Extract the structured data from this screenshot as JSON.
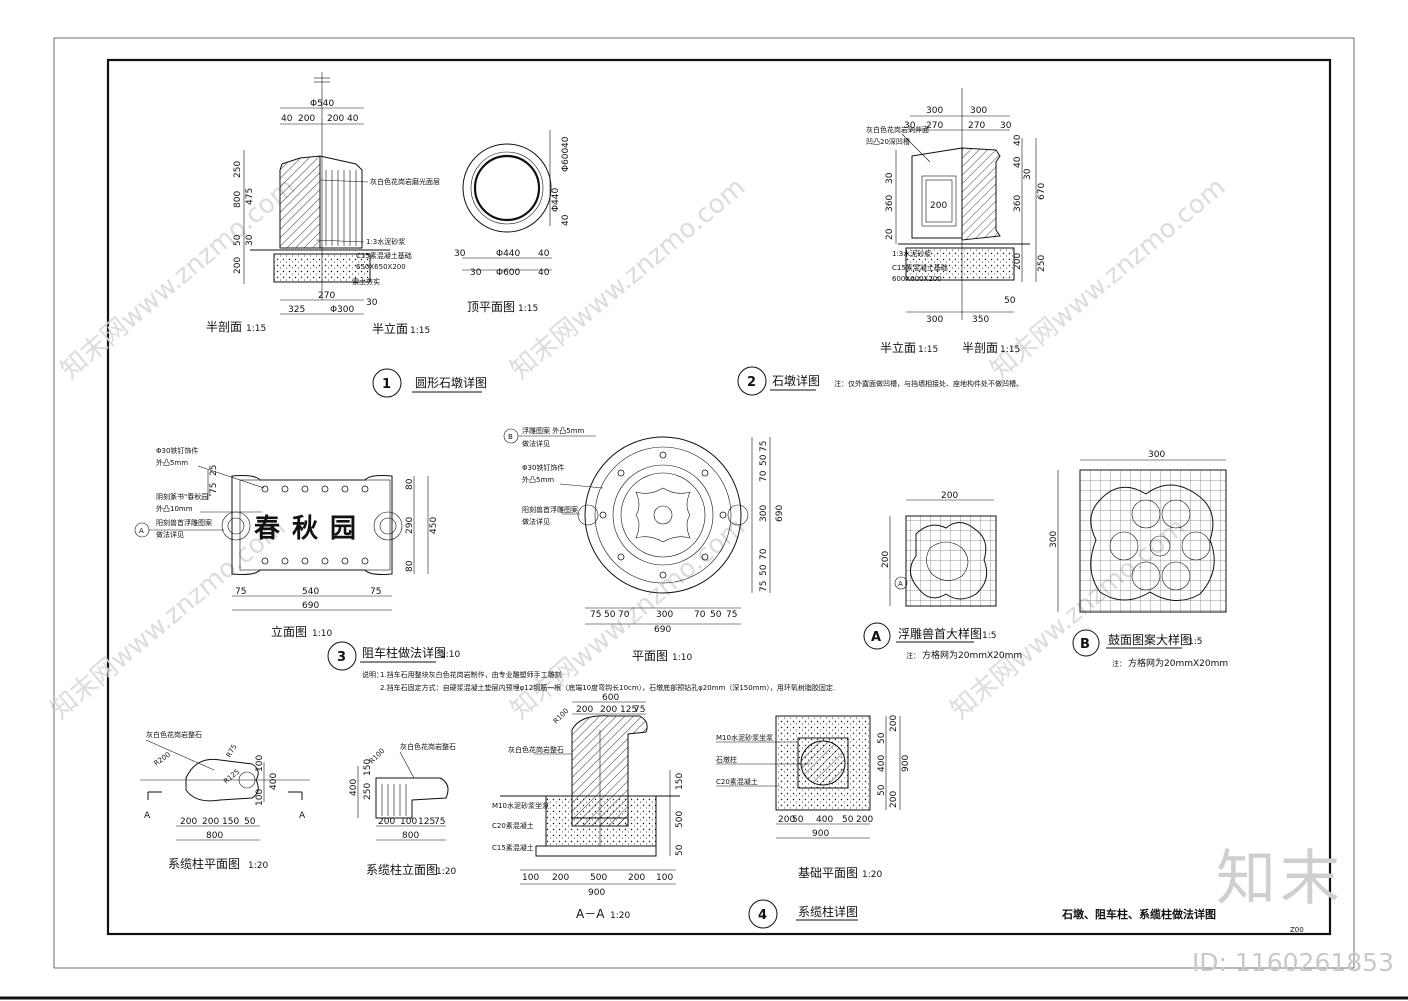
{
  "sheet": {
    "title": "石墩、阻车柱、系缆柱做法详图",
    "sheet_no": "Z00"
  },
  "watermark": {
    "brand": "知末",
    "site": "知末网www.znzmo.com",
    "id": "ID: 1160261853"
  },
  "detail1": {
    "number": "1",
    "title": "圆形石墩详图",
    "half_section": "半剖面",
    "half_section_scale": "1:15",
    "half_elevation": "半立面",
    "half_elevation_scale": "1:15",
    "top_plan": "顶平面图",
    "top_plan_scale": "1:15",
    "notes": [
      "灰白色花岗岩磨光面层",
      "1:3水泥砂浆",
      "C15素混凝土基础",
      "650X650X200",
      "素土夯实"
    ],
    "dims_top": [
      "Φ540",
      "40",
      "200",
      "200",
      "40"
    ],
    "dims_left": [
      "250",
      "475",
      "800",
      "50",
      "30",
      "200"
    ],
    "dims_bottom": [
      "270",
      "30",
      "325",
      "Φ300"
    ],
    "plan_dims": [
      "Φ440",
      "Φ600",
      "30",
      "30",
      "40",
      "40",
      "Φ600",
      "Φ440",
      "40",
      "40"
    ]
  },
  "detail2": {
    "number": "2",
    "title": "石墩详图",
    "note": "注：仅外露面做凹槽，与挡墙相接处、座地构件处不做凹槽。",
    "half_elevation": "半立面",
    "half_elevation_scale": "1:15",
    "half_section": "半剖面",
    "half_section_scale": "1:15",
    "labels": [
      "灰白色花岗岩剁斧面",
      "凹凸20深凹槽",
      "1:3水泥砂浆",
      "C15素混凝土基础",
      "600X600X200"
    ],
    "dims_top": [
      "300",
      "300",
      "30",
      "270",
      "270",
      "30"
    ],
    "dims_right": [
      "40",
      "40",
      "30",
      "360",
      "670",
      "200",
      "250",
      "360",
      "30"
    ],
    "dims_left": [
      "30",
      "360",
      "20"
    ],
    "dims_bottom": [
      "300",
      "350",
      "50"
    ],
    "center_dim": "200"
  },
  "detail3": {
    "number": "3",
    "title": "阻车柱做法详图",
    "scale": "1:10",
    "plaque_text": "春秋园",
    "elevation": "立面图",
    "elevation_scale": "1:10",
    "plan": "平面图",
    "plan_scale": "1:10",
    "callouts_elev": [
      "Φ30铁钉饰件",
      "外凸5mm",
      "阴刻篆书\"春秋园\"",
      "外凸10mm",
      "阳刻兽首浮雕图案",
      "做法详见"
    ],
    "callouts_plan": [
      "浮雕图案 外凸5mm",
      "做法详见",
      "Φ30铁钉饰件",
      "外凸5mm",
      "阳刻兽首浮雕图案",
      "做法详见"
    ],
    "elev_dims_bottom": [
      "75",
      "540",
      "75",
      "690"
    ],
    "elev_dims_right": [
      "80",
      "290",
      "450",
      "80"
    ],
    "plan_dims_bottom": [
      "75",
      "50",
      "70",
      "300",
      "70",
      "50",
      "75",
      "690"
    ],
    "plan_dims_right": [
      "75",
      "50",
      "70",
      "300",
      "690",
      "70",
      "50",
      "75"
    ],
    "notes_label": "说明：",
    "notes": [
      "1.挡车石用整块灰白色花岗岩制作，由专业雕塑师手工雕刻",
      "2.挡车石固定方式：自硬浆混凝土垫层内预埋φ12钢筋一根（底端10度弯钩长10cm），石墩底部预钻孔φ20mm（深150mm），用环氧树脂胶固定."
    ]
  },
  "detailA": {
    "letter": "A",
    "title": "浮雕兽首大样图",
    "scale": "1:5",
    "grid_note": "方格网为20mmX20mm",
    "dim_w": "200",
    "dim_h": "200"
  },
  "detailB": {
    "letter": "B",
    "title": "鼓面图案大样图",
    "scale": "1:5",
    "grid_note": "方格网为20mmX20mm",
    "dim_w": "300",
    "dim_h": "300"
  },
  "detail4": {
    "number": "4",
    "title": "系缆柱详图",
    "plan": "系缆柱平面图",
    "plan_scale": "1:20",
    "elev": "系缆柱立面图",
    "elev_scale": "1:20",
    "section": "A－A",
    "section_scale": "1:20",
    "found": "基础平面图",
    "found_scale": "1:20",
    "plan_labels": [
      "灰白色花岗岩整石",
      "R200",
      "R75",
      "R125",
      "100",
      "400",
      "100"
    ],
    "plan_dims": [
      "200",
      "200",
      "150",
      "50",
      "800"
    ],
    "elev_labels": [
      "灰白色花岗岩整石",
      "R100"
    ],
    "elev_dims": [
      "200",
      "100",
      "125",
      "75",
      "800",
      "400",
      "250",
      "150"
    ],
    "section_labels": [
      "灰白色花岗岩整石",
      "M10水泥砂浆坐浆",
      "C20素混凝土",
      "C15素混凝土"
    ],
    "section_dims_top": [
      "600",
      "200",
      "200",
      "125",
      "75",
      "R100"
    ],
    "section_dims_bottom": [
      "100",
      "200",
      "500",
      "200",
      "100",
      "900"
    ],
    "section_dims_right": [
      "150",
      "500",
      "50"
    ],
    "found_labels": [
      "M10水泥砂浆坐浆",
      "石墩柱",
      "C20素混凝土"
    ],
    "found_dims_bottom": [
      "200",
      "50",
      "400",
      "50",
      "200",
      "900"
    ],
    "found_dims_right": [
      "200",
      "50",
      "400",
      "900",
      "50",
      "200"
    ],
    "section_marker": "A"
  }
}
